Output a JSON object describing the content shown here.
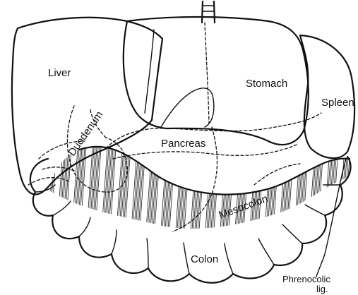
{
  "labels": {
    "liver": "Liver",
    "stomach": "Stomach",
    "spleen": "Spleen",
    "duodenum": "Duodenum",
    "pancreas": "Pancreas",
    "mesocolon": "Mesocolon",
    "colon": "Colon",
    "phrenocolic_line1": "Phrenocolic",
    "phrenocolic_line2": "lig."
  }
}
